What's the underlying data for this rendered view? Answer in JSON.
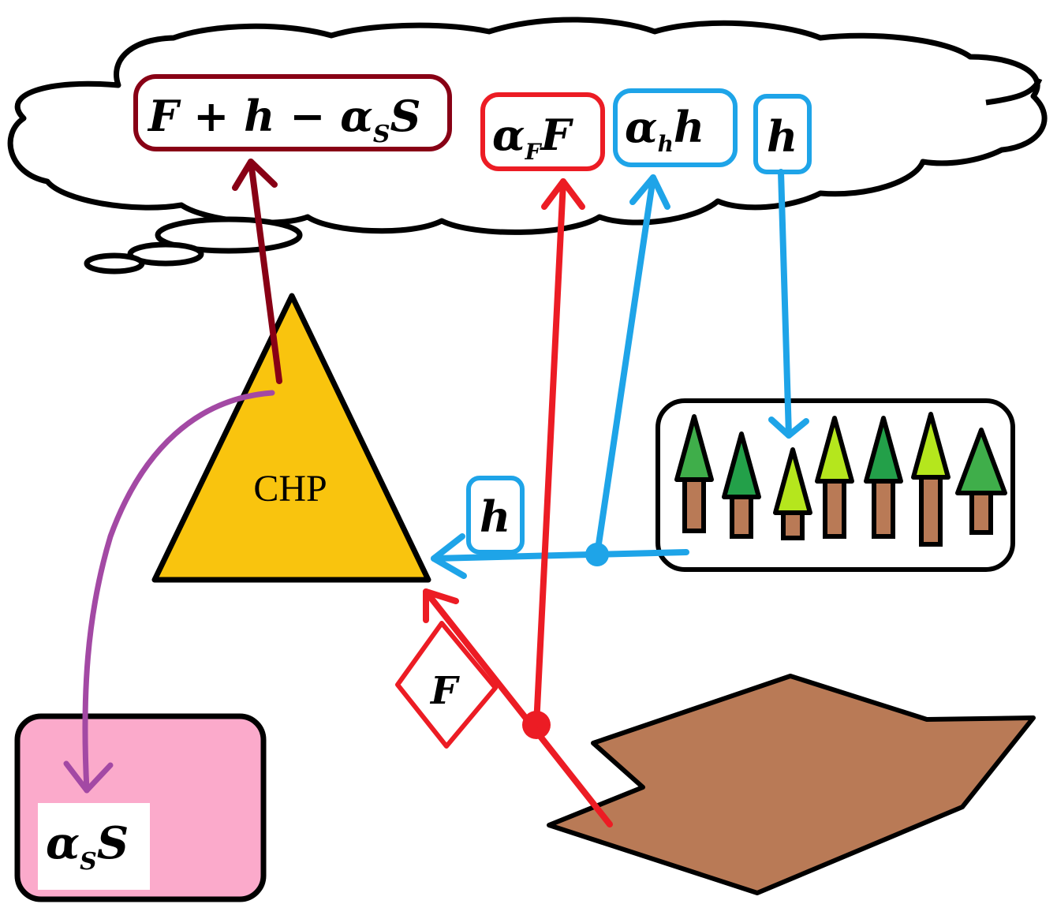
{
  "colors": {
    "outline": "#000000",
    "cloud_fill": "#ffffff",
    "triangle": "#f9c40e",
    "storage": "#fbaacb",
    "land": "#b97a56",
    "red": "#ec1c24",
    "blue": "#1ea4e8",
    "maroon": "#880015",
    "purple": "#a349a4",
    "tree_trunk": "#b97a56",
    "tree_dark": "#23a049",
    "tree_mid": "#3fae4a",
    "tree_light": "#b5e61d"
  },
  "labels": {
    "cloud_total": "F + h − α",
    "cloud_total_sub": "S",
    "cloud_total_tail": "S",
    "alpha_f": "α",
    "alpha_f_sub": "F",
    "alpha_f_tail": "F",
    "alpha_h": "α",
    "alpha_h_sub": "h",
    "alpha_h_tail": "h",
    "h_top": "h",
    "h_mid": "h",
    "f_label": "F",
    "chp": "CHP",
    "storage": "α",
    "storage_sub": "S",
    "storage_tail": "S"
  },
  "icons": {
    "cloud": "thought-cloud-icon",
    "triangle": "chp-triangle-icon",
    "forest": "forest-icon",
    "land": "land-parcel-icon",
    "storage": "storage-box-icon"
  }
}
